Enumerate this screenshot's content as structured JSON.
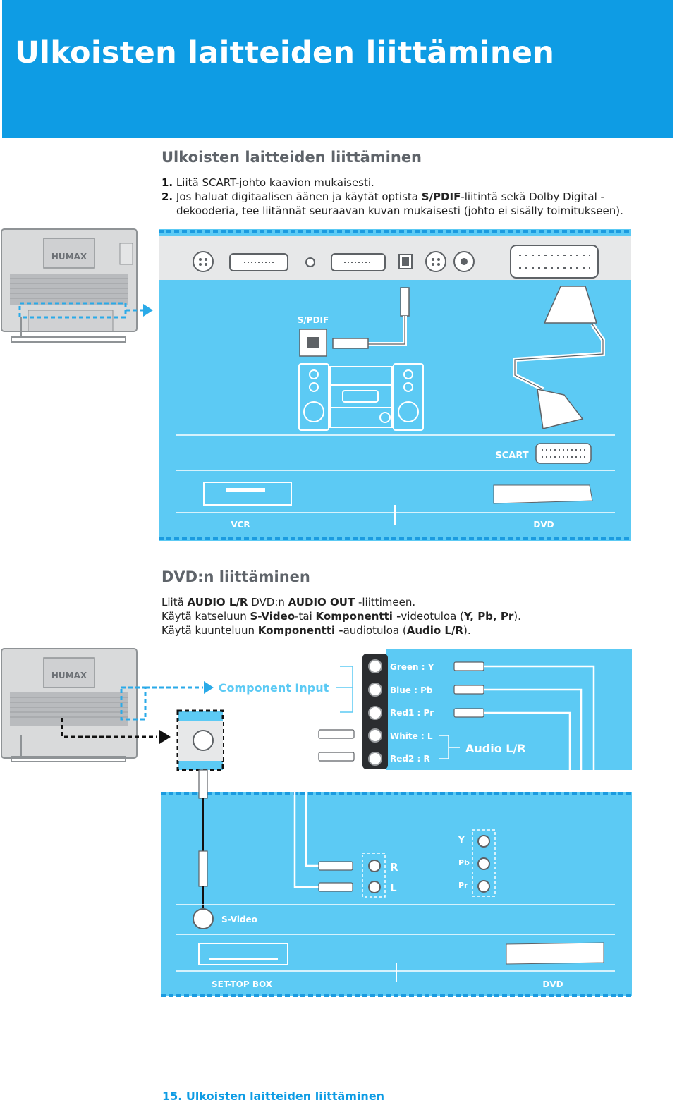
{
  "header": {
    "title": "Ulkoisten laitteiden liittäminen"
  },
  "section1": {
    "heading": "Ulkoisten laitteiden liittäminen",
    "step1": {
      "num": "1.",
      "text": "Liitä SCART-johto kaavion mukaisesti."
    },
    "step2": {
      "num": "2.",
      "a": "Jos haluat digitaalisen äänen ja käytät optista ",
      "b": "S/PDIF",
      "c": "-liitintä sekä Dolby Digital -",
      "d": "dekooderia, tee liitännät seuraavan kuvan mukaisesti (johto ei sisälly toimitukseen)."
    }
  },
  "diagram1": {
    "tv_brand": "HUMAX",
    "spdif_label": "S/PDIF",
    "scart_label": "SCART",
    "vcr_label": "VCR",
    "dvd_label": "DVD"
  },
  "section2": {
    "heading": "DVD:n liittäminen",
    "line1": {
      "a": "Liitä ",
      "b": "AUDIO L/R",
      "c": " DVD:n ",
      "d": "AUDIO OUT",
      "e": " -liittimeen."
    },
    "line2": {
      "a": "Käytä katseluun ",
      "b": "S-Video",
      "c": "-tai ",
      "d": "Komponentti -",
      "e": "videotuloa (",
      "f": "Y, Pb, Pr",
      "g": ")."
    },
    "line3": {
      "a": "Käytä kuunteluun ",
      "b": "Komponentti -",
      "c": "audiotuloa (",
      "d": "Audio L/R",
      "e": ")."
    }
  },
  "diagram2": {
    "tv_brand": "HUMAX",
    "component_input": "Component Input",
    "green": "Green : Y",
    "blue": "Blue   : Pb",
    "red1": "Red1  : Pr",
    "white": "White : L",
    "red2": "Red2  : R",
    "audio_lr": "Audio L/R",
    "r": "R",
    "l": "L",
    "y": "Y",
    "pb": "Pb",
    "pr": "Pr",
    "svideo": "S-Video",
    "settop": "SET-TOP BOX",
    "dvd": "DVD"
  },
  "footer": {
    "text": "15. Ulkoisten laitteiden liittäminen"
  },
  "colors": {
    "brand_blue": "#0e9ce4",
    "panel_blue": "#5ccaf4",
    "heading_gray": "#5f646a"
  }
}
